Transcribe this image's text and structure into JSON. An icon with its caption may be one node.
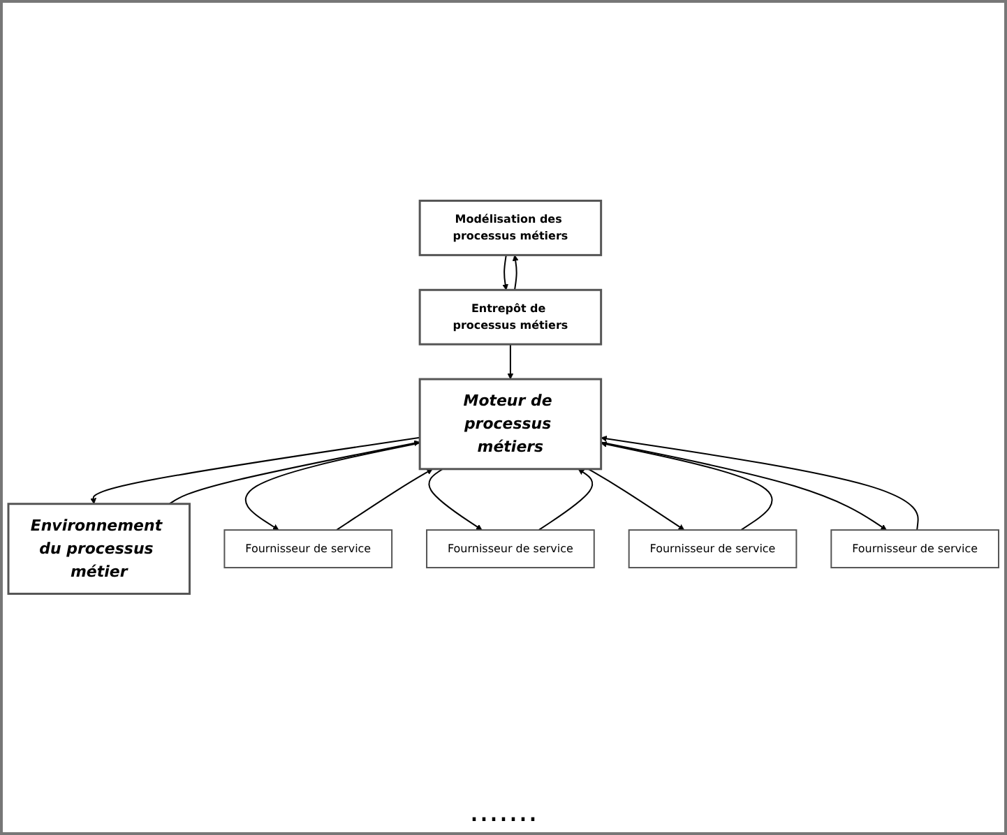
{
  "diagram": {
    "nodes": [
      {
        "text": [
          "Modélisation des processus métiers"
        ]
      },
      {
        "text": [
          "Environnement du processus métier"
        ]
      },
      {
        "text": [
          "Entrepôt de processus métiers"
        ]
      },
      {
        "text": [
          "Moteur de processus métiers"
        ]
      },
      {
        "text": [
          "Fournisseur de service"
        ]
      },
      {
        "text": [
          "Fournisseur de service"
        ]
      },
      {
        "text": [
          "Fournisseur de service"
        ]
      },
      {
        "text": [
          "Fournisseur de service"
        ]
      }
    ],
    "edges": [
      {
        "from": 0,
        "to": 2,
        "arrow": "to"
      },
      {
        "from": 2,
        "to": 0,
        "arrow": "to"
      },
      {
        "from": 2,
        "to": 3,
        "arrow": "to"
      },
      {
        "from": 1,
        "to": 3,
        "arrow": "to"
      },
      {
        "from": 3,
        "to": 1,
        "arrow": "to"
      },
      {
        "from": 3,
        "to": 4,
        "arrow": "to"
      },
      {
        "from": 4,
        "to": 3,
        "arrow": "to"
      },
      {
        "from": 3,
        "to": 5,
        "arrow": "to"
      },
      {
        "from": 5,
        "to": 3,
        "arrow": "to"
      },
      {
        "from": 3,
        "to": 6,
        "arrow": "to"
      },
      {
        "from": 6,
        "to": 3,
        "arrow": "to"
      },
      {
        "from": 3,
        "to": 7,
        "arrow": "to"
      },
      {
        "from": 7,
        "to": 3,
        "arrow": "to"
      }
    ],
    "labels": [
      "......."
    ]
  }
}
